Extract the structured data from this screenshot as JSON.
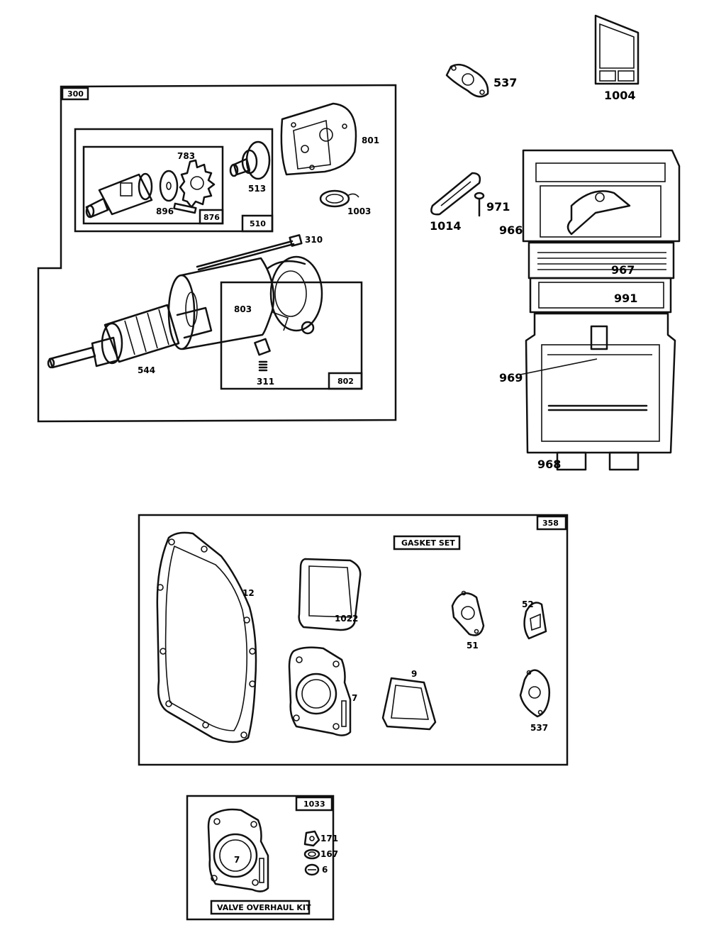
{
  "diagram": {
    "starter": {
      "box_tag": "300",
      "sub_box_tag": "510",
      "inner_box_tag": "876",
      "brush_box_tag": "802",
      "parts": {
        "p783": "783",
        "p896": "896",
        "p513": "513",
        "p801": "801",
        "p1003": "1003",
        "p310": "310",
        "p803": "803",
        "p544": "544",
        "p311": "311"
      }
    },
    "air_filter": {
      "parts": {
        "p537": "537",
        "p1004": "1004",
        "p971": "971",
        "p1014": "1014",
        "p966": "966",
        "p967": "967",
        "p991": "991",
        "p969": "969",
        "p968": "968"
      }
    },
    "gasket_set": {
      "box_tag": "358",
      "title": "GASKET SET",
      "parts": {
        "p12": "12",
        "p1022": "1022",
        "p51": "51",
        "p52": "52",
        "p7": "7",
        "p9": "9",
        "p537": "537"
      }
    },
    "valve_kit": {
      "box_tag": "1033",
      "title": "VALVE OVERHAUL KIT",
      "parts": {
        "p7": "7",
        "p171": "171",
        "p167": "167",
        "p6": "6"
      }
    }
  }
}
